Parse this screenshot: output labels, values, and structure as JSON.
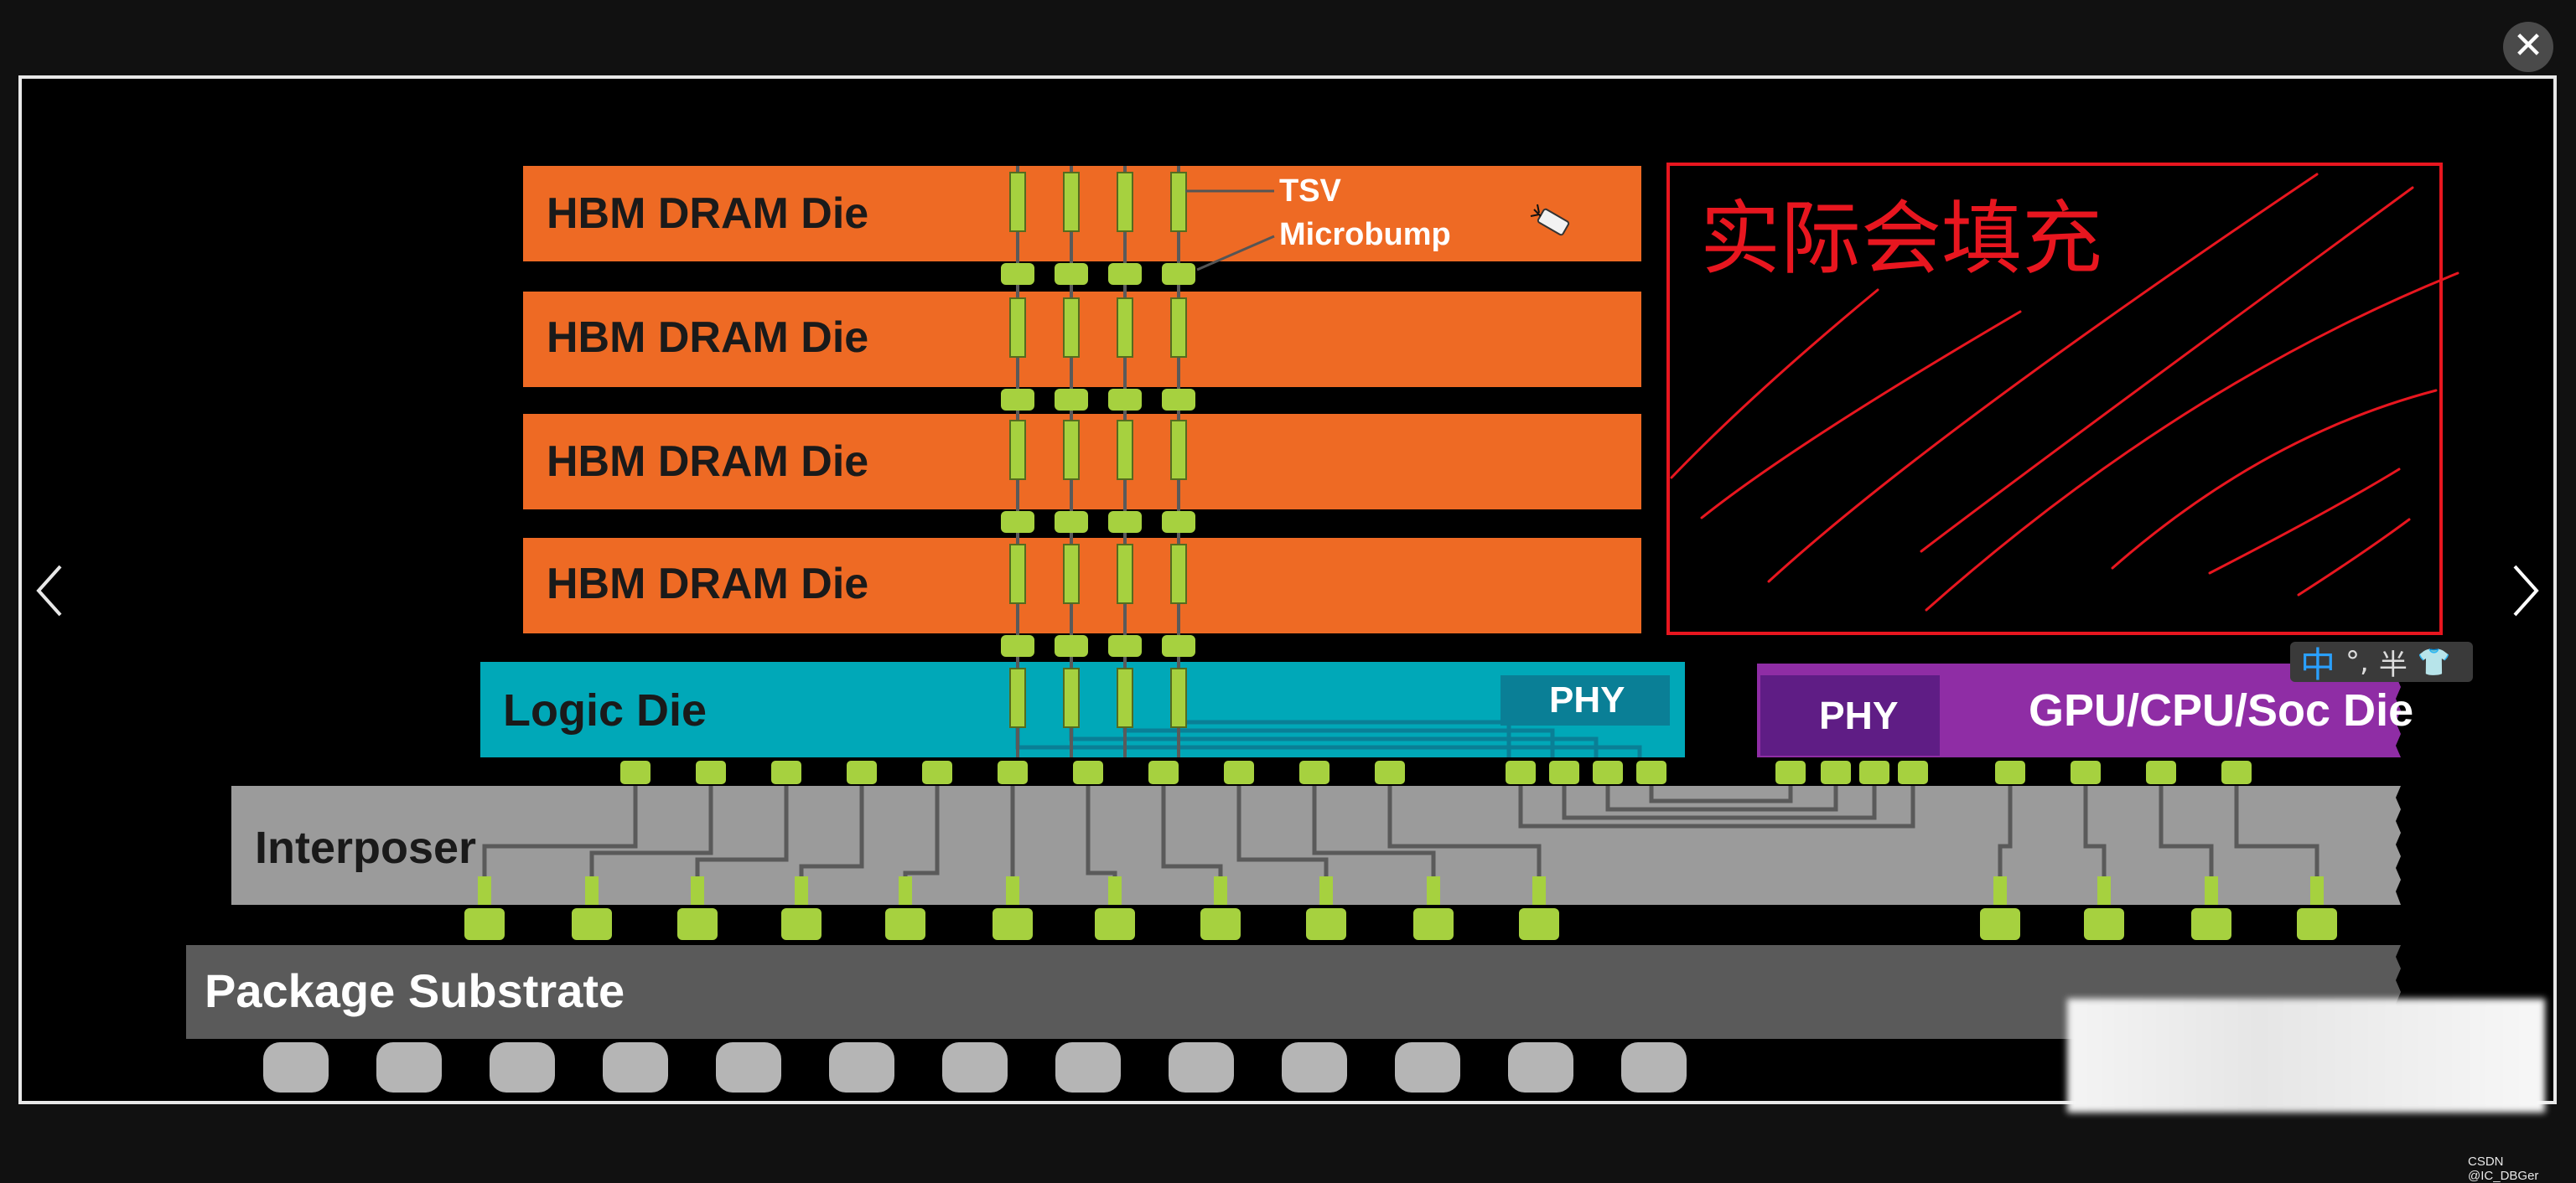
{
  "viewer": {
    "close_label": "✕"
  },
  "diagram": {
    "hbm_label": "HBM DRAM Die",
    "tsv_label": "TSV",
    "microbump_label": "Microbump",
    "logic_die_label": "Logic Die",
    "phy_label": "PHY",
    "gpu_label": "GPU/CPU/Soc Die",
    "interposer_label": "Interposer",
    "substrate_label": "Package Substrate",
    "annotation_text": "实际会填充"
  },
  "ime": {
    "lang": "中",
    "punct": "°,",
    "width": "半",
    "skin": "👕"
  },
  "footer": {
    "credit": "CSDN @IC_DBGer"
  },
  "colors": {
    "dram": "#ee6a24",
    "logic": "#00a8b8",
    "phy": "#0a7f96",
    "gpu": "#8f2da5",
    "gpu_phy": "#5f1d85",
    "interposer": "#9b9b9b",
    "substrate": "#5a5a5a",
    "bump": "#a6d13f",
    "annotation": "#e8161f"
  }
}
